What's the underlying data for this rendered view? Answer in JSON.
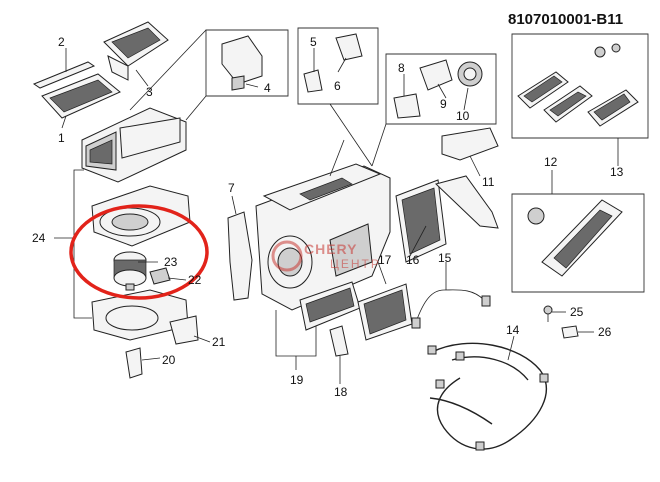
{
  "diagram": {
    "reference_code": "8107010001-B11",
    "callouts": [
      "1",
      "2",
      "3",
      "4",
      "5",
      "6",
      "7",
      "8",
      "9",
      "10",
      "11",
      "12",
      "13",
      "14",
      "15",
      "16",
      "17",
      "18",
      "19",
      "20",
      "21",
      "22",
      "23",
      "24",
      "25",
      "26"
    ],
    "highlight_color": "#e2231a",
    "watermark": {
      "brand": "CHERY",
      "sub": "ЦЕНТР",
      "color": "#c83a35"
    }
  }
}
